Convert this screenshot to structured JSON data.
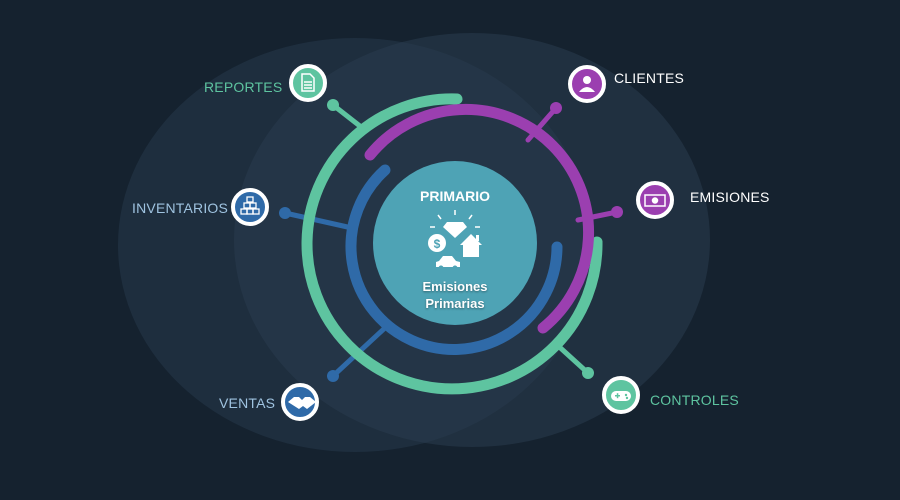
{
  "center": {
    "title": "PRIMARIO",
    "subtitle_line1": "Emisiones",
    "subtitle_line2": "Primarias"
  },
  "nodes": [
    {
      "label": "REPORTES",
      "icon": "document-icon",
      "color": "#5ec4a0"
    },
    {
      "label": "CLIENTES",
      "icon": "user-icon",
      "color": "#9b3fb0"
    },
    {
      "label": "EMISIONES",
      "icon": "money-icon",
      "color": "#9b3fb0"
    },
    {
      "label": "INVENTARIOS",
      "icon": "boxes-icon",
      "color": "#2f6aa8"
    },
    {
      "label": "VENTAS",
      "icon": "handshake-icon",
      "color": "#2f6aa8"
    },
    {
      "label": "CONTROLES",
      "icon": "gamepad-icon",
      "color": "#5ec4a0"
    }
  ],
  "colors": {
    "background": "#15222f",
    "center": "#4ea3b5",
    "green": "#5ec4a0",
    "purple": "#9b3fb0",
    "blue": "#2f6aa8"
  }
}
